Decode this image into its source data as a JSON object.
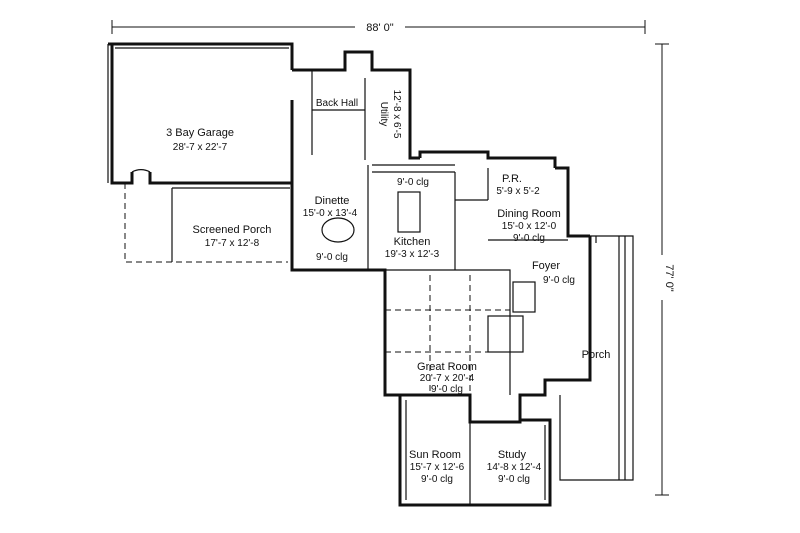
{
  "dimensions": {
    "width": "88' 0\"",
    "depth": "77' 0\""
  },
  "rooms": {
    "garage": {
      "name": "3 Bay Garage",
      "size": "28'-7 x 22'-7"
    },
    "back_hall": {
      "name": "Back Hall"
    },
    "utility": {
      "name": "Utility",
      "size": "12'-8 x 6'-5"
    },
    "screened_porch": {
      "name": "Screened Porch",
      "size": "17'-7 x 12'-8"
    },
    "dinette": {
      "name": "Dinette",
      "size": "15'-0 x 13'-4",
      "ceiling": "9'-0 clg"
    },
    "kitchen": {
      "name": "Kitchen",
      "size": "19'-3 x 12'-3",
      "ceiling": "9'-0 clg"
    },
    "powder": {
      "name": "P.R.",
      "size": "5'-9 x 5'-2"
    },
    "dining": {
      "name": "Dining Room",
      "size": "15'-0 x 12'-0",
      "ceiling": "9'-0 clg"
    },
    "foyer": {
      "name": "Foyer",
      "ceiling": "9'-0 clg"
    },
    "great_room": {
      "name": "Great Room",
      "size": "20'-7 x 20'-4",
      "ceiling": "9'-0 clg"
    },
    "porch": {
      "name": "Porch"
    },
    "sun_room": {
      "name": "Sun Room",
      "size": "15'-7 x 12'-6",
      "ceiling": "9'-0 clg"
    },
    "study": {
      "name": "Study",
      "size": "14'-8 x 12'-4",
      "ceiling": "9'-0 clg"
    }
  }
}
